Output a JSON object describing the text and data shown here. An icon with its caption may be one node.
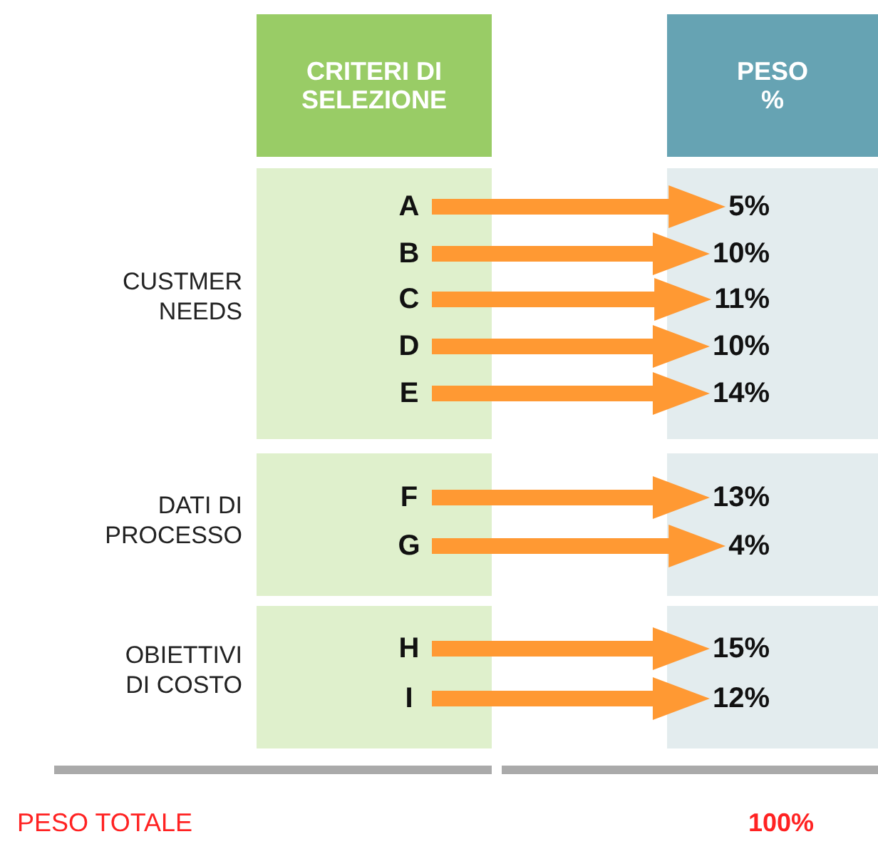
{
  "diagram": {
    "nodes": [
      {
        "text": [
          "CRITERI DI SELEZIONE"
        ]
      },
      {
        "text": [
          "PESO %"
        ]
      },
      {
        "text": [],
        "shape": "box",
        "beside": [
          "CUSTMER NEEDS"
        ]
      },
      {
        "text": [
          "A"
        ],
        "in": 2
      },
      {
        "text": [
          "B"
        ],
        "in": 2
      },
      {
        "text": [
          "C"
        ],
        "in": 2
      },
      {
        "text": [
          "D"
        ],
        "in": 2
      },
      {
        "text": [
          "E"
        ],
        "in": 2
      },
      {
        "text": [],
        "shape": "box"
      },
      {
        "text": [
          "5%"
        ],
        "in": 8
      },
      {
        "text": [
          "10%"
        ],
        "in": 8
      },
      {
        "text": [
          "11%"
        ],
        "in": 8
      },
      {
        "text": [
          "10%"
        ],
        "in": 8
      },
      {
        "text": [
          "14%"
        ],
        "in": 8
      },
      {
        "text": [],
        "shape": "box",
        "beside": [
          "DATI DI PROCESSO"
        ]
      },
      {
        "text": [
          "F"
        ],
        "in": 14
      },
      {
        "text": [
          "G"
        ],
        "in": 14
      },
      {
        "text": [],
        "shape": "box"
      },
      {
        "text": [
          "13%"
        ],
        "in": 17
      },
      {
        "text": [
          "4%"
        ],
        "in": 17
      },
      {
        "text": [],
        "shape": "box",
        "beside": [
          "OBIETTIVI DI COSTO"
        ]
      },
      {
        "text": [
          "H"
        ],
        "in": 20
      },
      {
        "text": [
          "I"
        ],
        "in": 20
      },
      {
        "text": [],
        "shape": "box"
      },
      {
        "text": [
          "15%"
        ],
        "in": 23
      },
      {
        "text": [
          "12%"
        ],
        "in": 23
      }
    ],
    "edges": [
      {
        "from": 3,
        "to": 9,
        "arrow": "to",
        "style": "thick"
      },
      {
        "from": 4,
        "to": 10,
        "arrow": "to",
        "style": "thick"
      },
      {
        "from": 5,
        "to": 11,
        "arrow": "to",
        "style": "thick"
      },
      {
        "from": 6,
        "to": 12,
        "arrow": "to",
        "style": "thick"
      },
      {
        "from": 7,
        "to": 13,
        "arrow": "to",
        "style": "thick"
      },
      {
        "from": 15,
        "to": 18,
        "arrow": "to",
        "style": "thick"
      },
      {
        "from": 16,
        "to": 19,
        "arrow": "to",
        "style": "thick"
      },
      {
        "from": 21,
        "to": 24,
        "arrow": "to",
        "style": "thick"
      },
      {
        "from": 22,
        "to": 25,
        "arrow": "to",
        "style": "thick"
      }
    ],
    "labels": [
      "PESO TOTALE",
      "100%"
    ]
  }
}
